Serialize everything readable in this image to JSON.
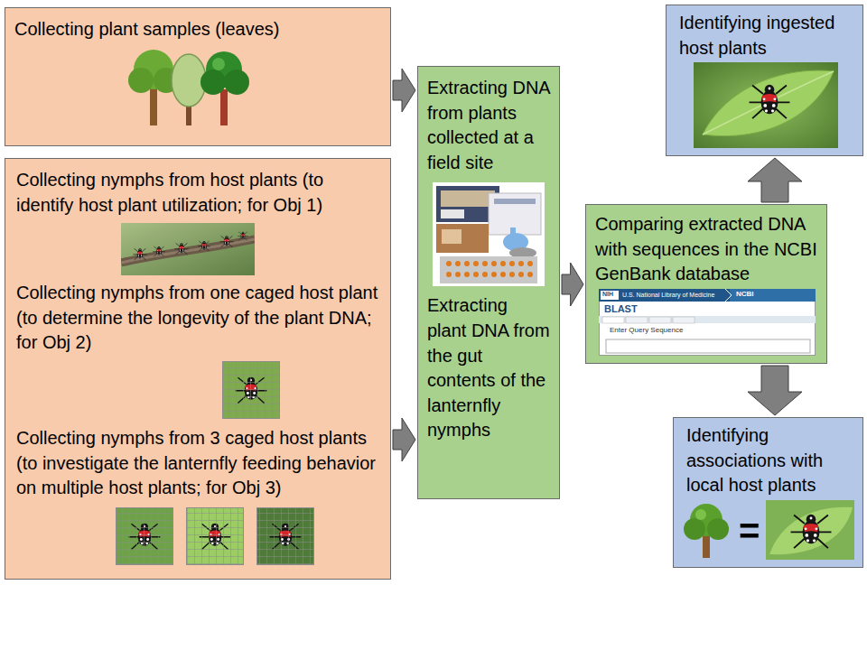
{
  "diagram": {
    "nodes": [
      {
        "text": [
          "Collecting plant samples (leaves)"
        ]
      },
      {
        "text": [
          "Collecting nymphs from host plants (to identify host plant utilization; for Obj 1)",
          "Collecting nymphs from one caged host plant (to determine the longevity of the plant DNA; for Obj 2)",
          "Collecting nymphs from 3 caged host plants (to investigate the lanternfly feeding behavior on multiple host plants; for Obj 3)"
        ]
      },
      {
        "text": [
          "Extracting DNA from plants collected at a field site",
          "Extracting plant DNA from the gut contents of the lanternfly nymphs"
        ]
      },
      {
        "text": [
          "Comparing extracted DNA with sequences in the NCBI GenBank database"
        ]
      },
      {
        "text": [
          "Identifying ingested host plants"
        ]
      },
      {
        "text": [
          "Identifying associations with local host plants"
        ]
      }
    ],
    "edges": [
      {
        "from": 0,
        "to": 2,
        "arrow": "to"
      },
      {
        "from": 1,
        "to": 2,
        "arrow": "to"
      },
      {
        "from": 2,
        "to": 3,
        "arrow": "to"
      },
      {
        "from": 3,
        "to": 4,
        "arrow": "to"
      },
      {
        "from": 3,
        "to": 5,
        "arrow": "to"
      }
    ],
    "labels": [
      "NIH",
      "U.S. National Library of Medicine",
      "NCBI",
      "BLAST",
      "Enter Query Sequence",
      "="
    ]
  }
}
